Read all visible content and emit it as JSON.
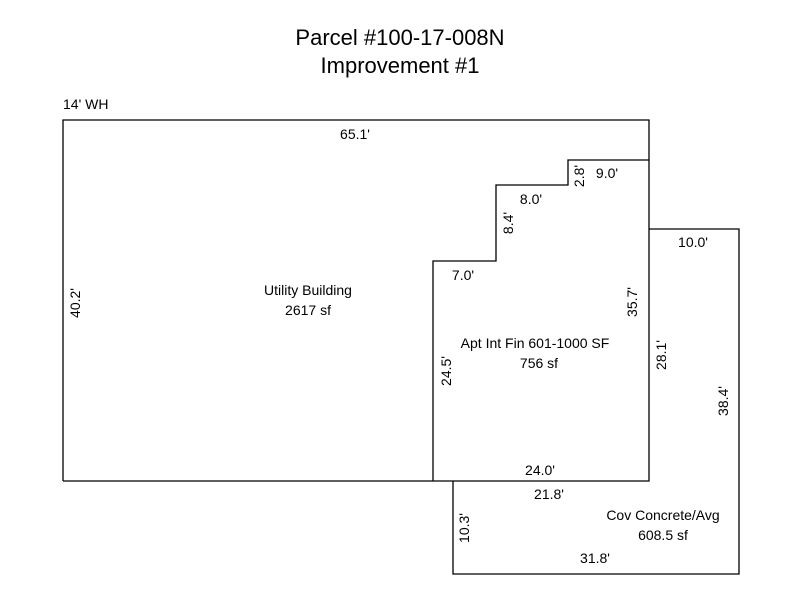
{
  "title": {
    "line1": "Parcel #100-17-008N",
    "line2": "Improvement #1"
  },
  "wall_height_note": "14' WH",
  "areas": {
    "utility_building": {
      "name": "Utility Building",
      "area": "2617 sf"
    },
    "apartment": {
      "name": "Apt Int Fin 601-1000 SF",
      "area": "756 sf"
    },
    "covered_concrete": {
      "name": "Cov Concrete/Avg",
      "area": "608.5 sf"
    }
  },
  "dimensions": {
    "utility_top": "65.1'",
    "utility_left": "40.2'",
    "apt_step_top": "9.0'",
    "apt_step_small_rise": "2.8'",
    "apt_step_mid_run": "8.0'",
    "apt_step_mid_rise": "8.4'",
    "apt_step_low_run": "7.0'",
    "apt_right": "35.7'",
    "apt_left": "24.5'",
    "apt_bottom": "24.0'",
    "porch_top": "10.0'",
    "porch_right": "38.4'",
    "porch_inner_right": "28.1'",
    "porch_inner_bottom": "21.8'",
    "porch_left": "10.3'",
    "porch_bottom": "31.8'"
  }
}
